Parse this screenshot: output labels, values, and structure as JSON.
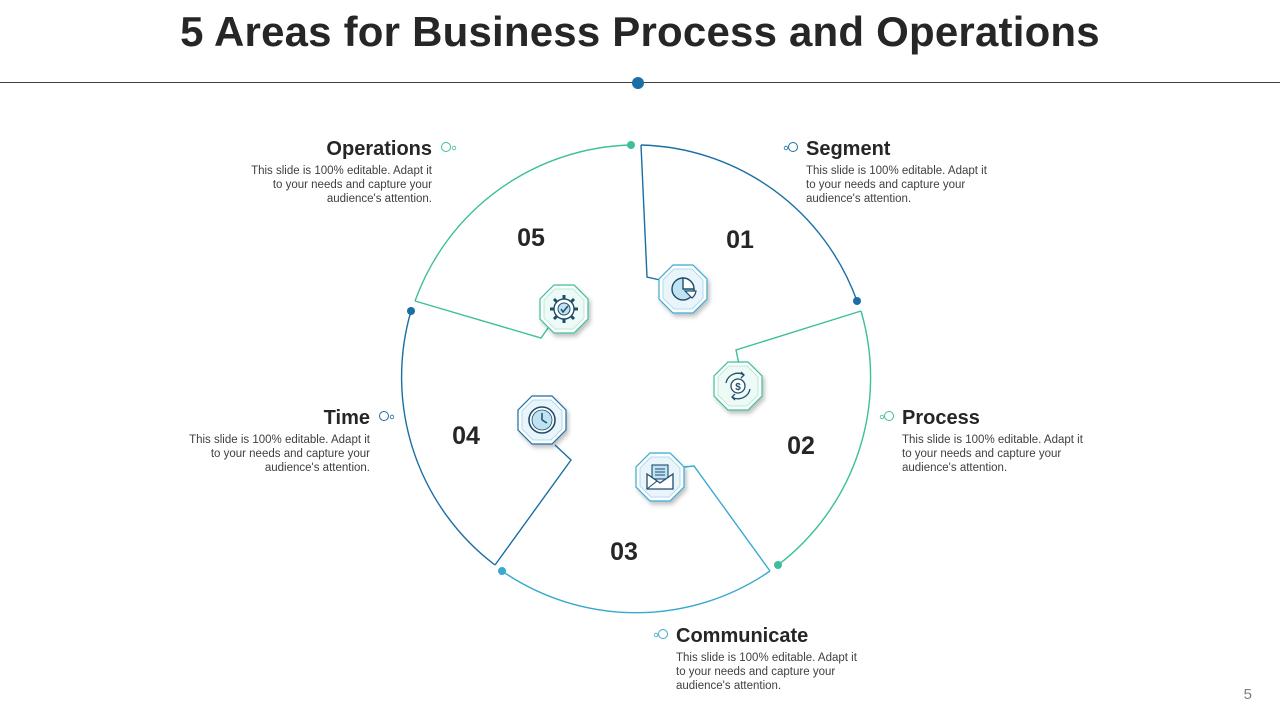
{
  "title": "5 Areas for Business Process and Operations",
  "page_number": "5",
  "colors": {
    "dark_blue": "#1a6fa5",
    "teal": "#3dbf9c",
    "light_blue": "#3aa9d1"
  },
  "segments": [
    {
      "number": "01",
      "title": "Segment",
      "description": "This slide is 100% editable. Adapt it to your needs and capture your audience's attention.",
      "icon": "pie-chart-icon"
    },
    {
      "number": "02",
      "title": "Process",
      "description": "This slide is 100% editable. Adapt it to your needs and capture your audience's attention.",
      "icon": "dollar-cycle-icon"
    },
    {
      "number": "03",
      "title": "Communicate",
      "description": "This slide is 100% editable. Adapt it to your needs and capture your audience's attention.",
      "icon": "envelope-icon"
    },
    {
      "number": "04",
      "title": "Time",
      "description": "This slide is 100% editable. Adapt it to your needs and capture your audience's attention.",
      "icon": "clock-icon"
    },
    {
      "number": "05",
      "title": "Operations",
      "description": "This slide is 100% editable. Adapt it to your needs and capture your audience's attention.",
      "icon": "gear-check-icon"
    }
  ]
}
